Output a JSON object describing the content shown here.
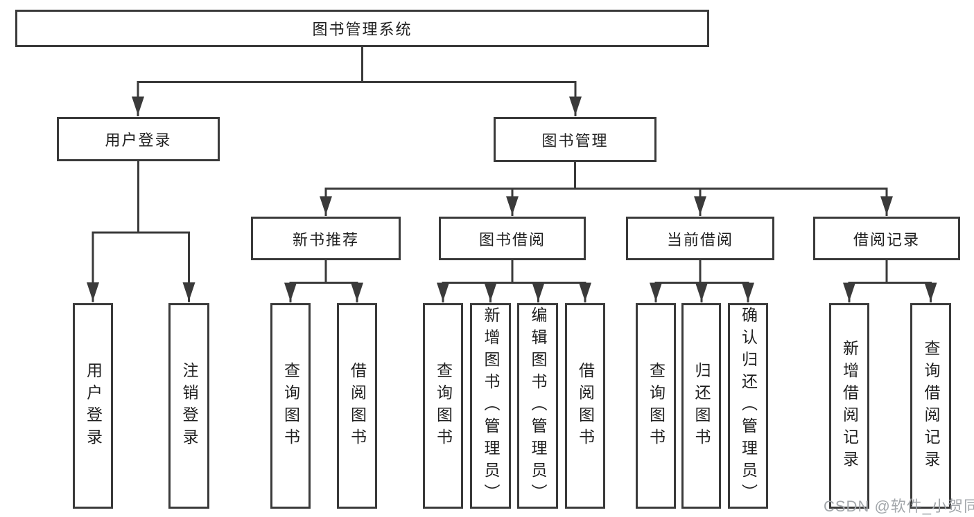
{
  "diagram": {
    "root": "图书管理系统",
    "level2": {
      "user_login": "用户登录",
      "book_mgmt": "图书管理"
    },
    "level3": {
      "new_books": "新书推荐",
      "borrowing": "图书借阅",
      "current": "当前借阅",
      "records": "借阅记录"
    },
    "leaves": {
      "user_login": [
        "用户登录",
        "注销登录"
      ],
      "new_books": [
        "查询图书",
        "借阅图书"
      ],
      "borrowing": [
        "查询图书",
        "新增图书（管理员）",
        "编辑图书（管理员）",
        "借阅图书"
      ],
      "current": [
        "查询图书",
        "归还图书",
        "确认归还（管理员）"
      ],
      "records": [
        "新增借阅记录",
        "查询借阅记录"
      ]
    },
    "watermark": "CSDN @软件_小贺同学",
    "colors": {
      "line": "#3a3a3a",
      "text": "#1f1f1f",
      "watermark": "#a3a7ab",
      "background": "#ffffff"
    }
  }
}
